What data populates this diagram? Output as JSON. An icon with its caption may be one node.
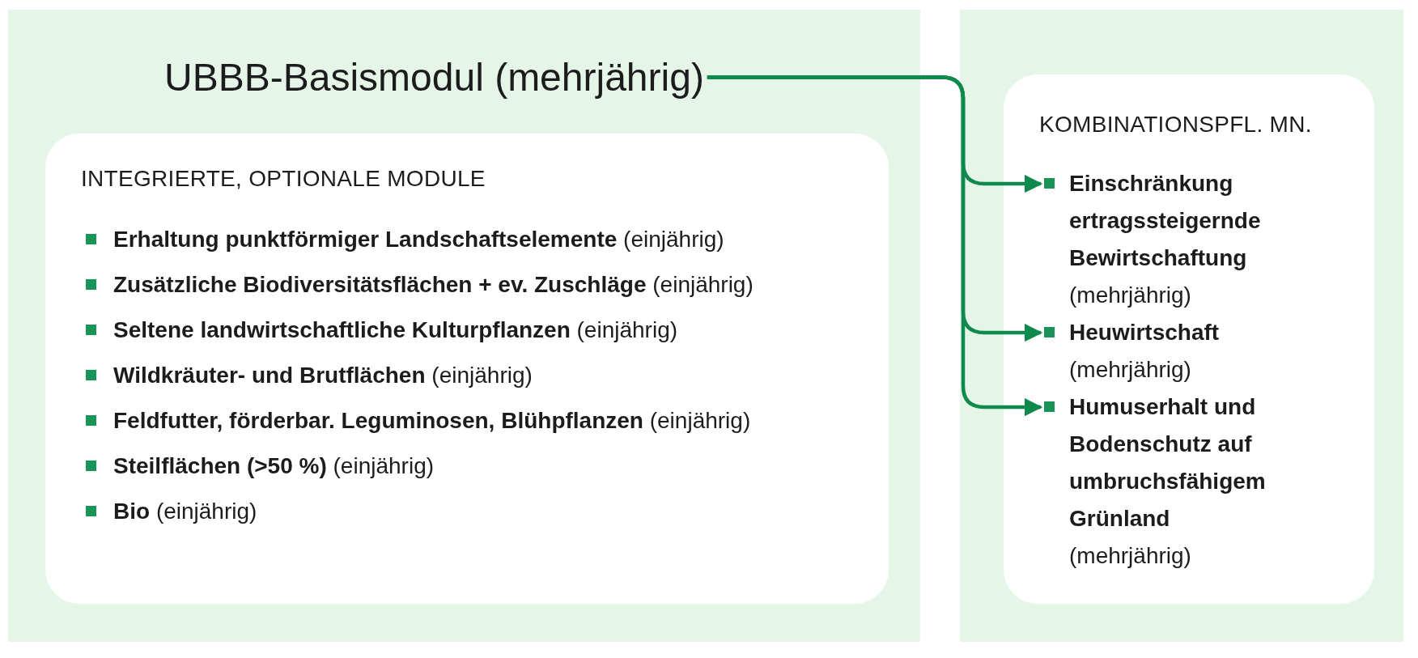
{
  "diagram": {
    "nodes": [
      {
        "text": [],
        "shape": "box"
      },
      {
        "text": [
          "UBBB-Basismodul (mehrjährig)"
        ],
        "in": 0
      },
      {
        "text": [
          "INTEGRIERTE, OPTIONALE MODULE",
          "**Erhaltung punktförmiger Landschaftselemente** (einjährig)",
          "**Zusätzliche Biodiversitätsflächen + ev. Zuschläge** (einjährig)",
          "**Seltene landwirtschaftliche Kulturpflanzen** (einjährig)",
          "**Wildkräuter- und Brutflächen** (einjährig)",
          "**Feldfutter, förderbar. Leguminosen, Blühpflanzen** (einjährig)",
          "**Steilflächen (>50 %)** (einjährig)",
          "**Bio** (einjährig)"
        ],
        "in": 0
      },
      {
        "text": [],
        "shape": "box"
      },
      {
        "text": [
          "KOMBINATIONSPFL. MN."
        ],
        "in": 3
      },
      {
        "text": [
          "Einschränkung ertragssteigernde Bewirtschaftung",
          "(mehrjährig)"
        ],
        "in": 4
      },
      {
        "text": [
          "Heuwirtschaft",
          "(mehrjährig)"
        ],
        "in": 4
      },
      {
        "text": [
          "Humuserhalt und Bodenschutz auf umbruchsfähigem Grünland",
          "(mehrjährig)"
        ],
        "in": 4
      }
    ],
    "edges": [
      {
        "from": 1,
        "to": 5,
        "arrow": "to"
      },
      {
        "from": 1,
        "to": 6,
        "arrow": "to"
      },
      {
        "from": 1,
        "to": 7,
        "arrow": "to"
      }
    ]
  }
}
